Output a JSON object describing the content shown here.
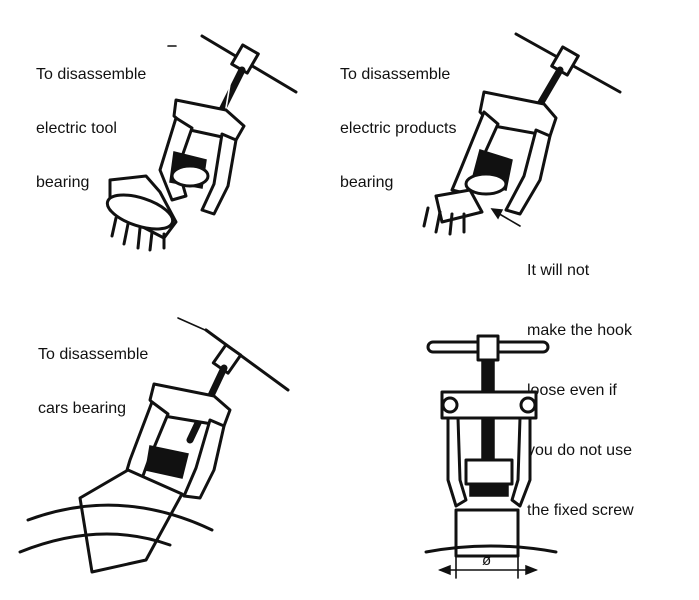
{
  "captions": {
    "electric_tool": [
      "To disassemble",
      "electric tool",
      "bearing"
    ],
    "electric_products": [
      "To disassemble",
      "electric products",
      "bearing"
    ],
    "cars": [
      "To disassemble",
      "cars bearing"
    ]
  },
  "note": [
    "It will not",
    "make the hook",
    "loose even if",
    "you do not use",
    "the fixed screw"
  ],
  "dimension_symbol": "ø",
  "colors": {
    "ink": "#111111",
    "background": "#ffffff"
  }
}
